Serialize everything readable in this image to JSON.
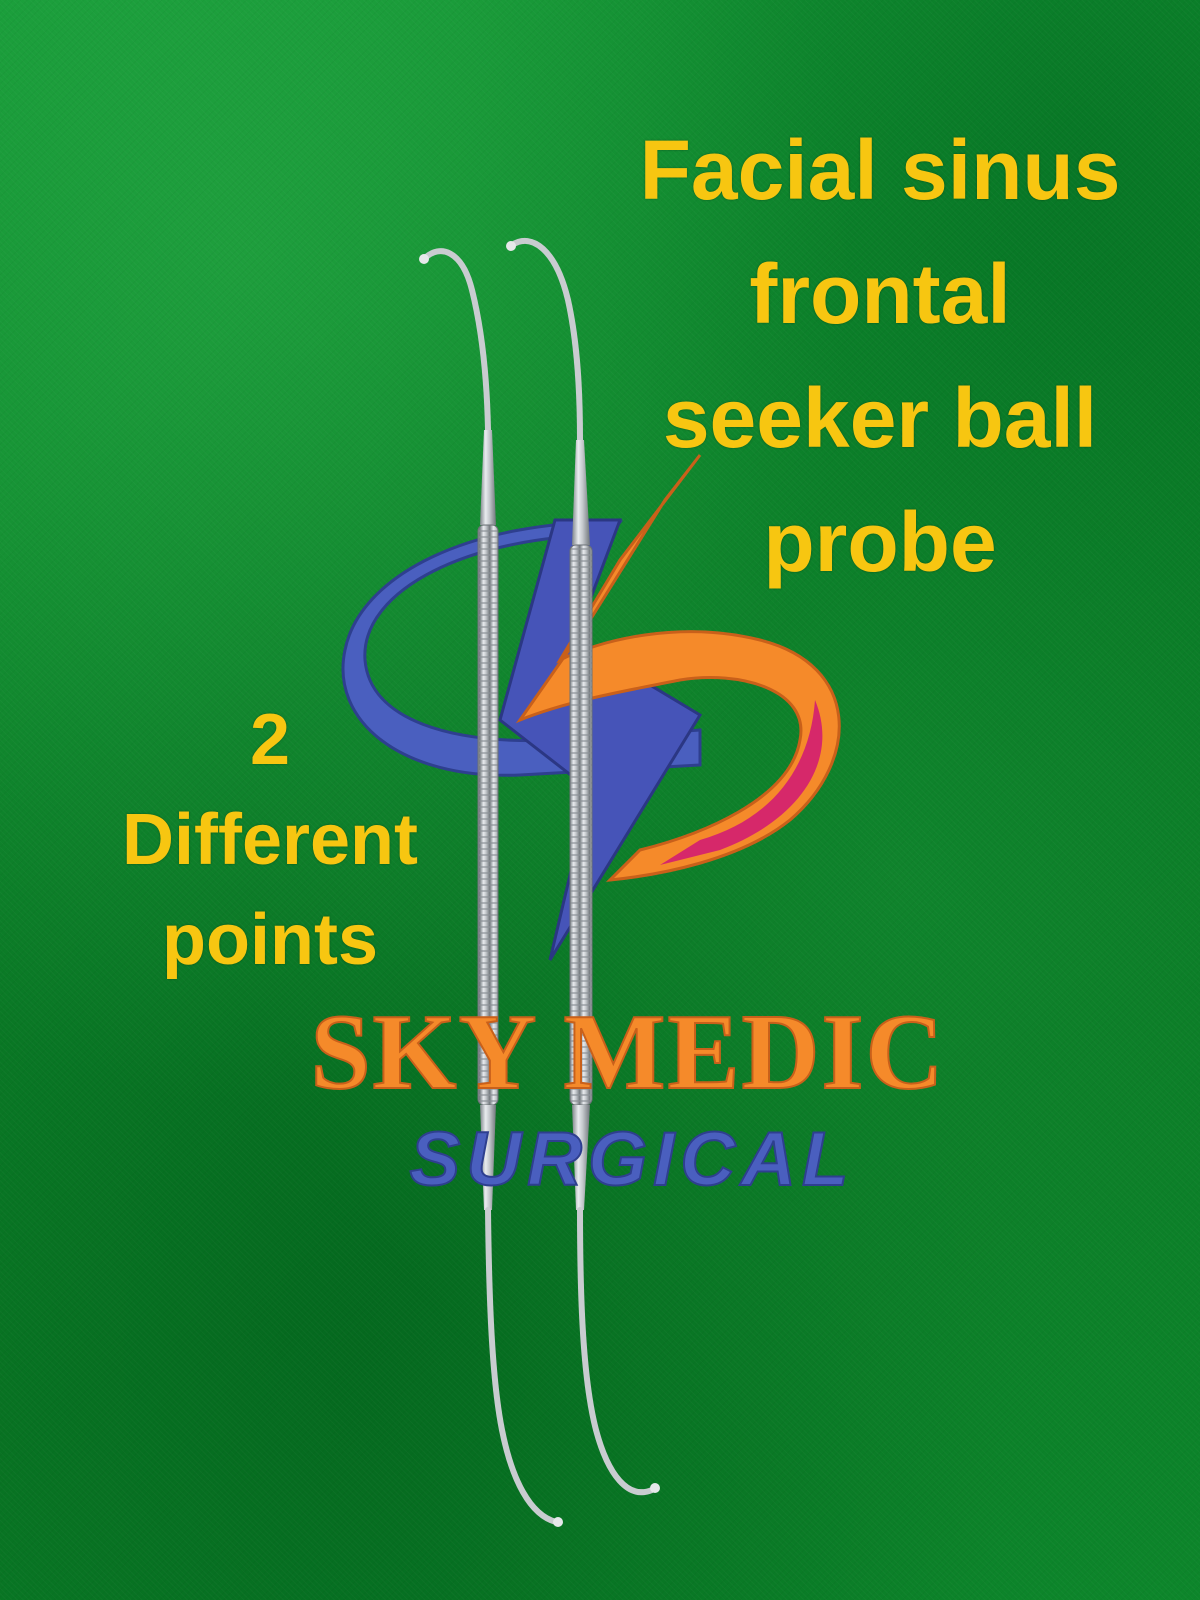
{
  "title_lines": [
    "Facial sinus",
    "frontal",
    "seeker ball",
    "probe"
  ],
  "points_lines": [
    "2",
    "Different",
    "points"
  ],
  "logo": {
    "name": "SKY MEDIC",
    "subtitle": "SURGICAL"
  },
  "colors": {
    "felt": "#0f8a2c",
    "caption": "#f7c611",
    "logo_orange": "#f58a2a",
    "logo_blue": "#4a5fbf",
    "logo_magenta": "#d6286a",
    "steel": "#c9ccd0"
  }
}
